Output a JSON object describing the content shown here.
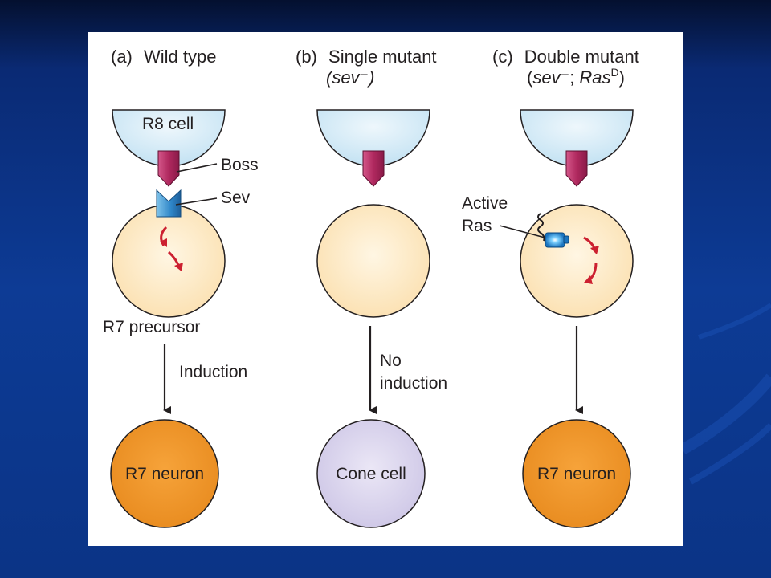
{
  "panels": [
    {
      "tag": "(a)",
      "title": "Wild type",
      "genotype": "",
      "top_cell_label": "R8 cell",
      "ligand_label": "Boss",
      "receptor_label": "Sev",
      "middle_cell_label": "R7 precursor",
      "arrow_label_line1": "Induction",
      "arrow_label_line2": "",
      "fate_label": "R7 neuron"
    },
    {
      "tag": "(b)",
      "title": "Single mutant",
      "genotype": "(sev⁻)",
      "fate_label": "Cone cell",
      "arrow_label_line1": "No",
      "arrow_label_line2": "induction"
    },
    {
      "tag": "(c)",
      "title": "Double mutant",
      "genotype_open": "(",
      "genotype_sev": "sev⁻",
      "genotype_sep": "; ",
      "genotype_ras": "Ras",
      "genotype_sup": "D",
      "genotype_close": ")",
      "active_line1": "Active",
      "active_line2": "Ras",
      "fate_label": "R7 neuron"
    }
  ],
  "colors": {
    "slide_bg_dark": "#05123a",
    "slide_bg_blue": "#0c3a92",
    "panel_bg": "#ffffff",
    "r8_cell_fill": "#cfe7f4",
    "precursor_fill": "#fce8c2",
    "r7_neuron_fill": "#f19a2e",
    "cone_cell_fill": "#ddd8ef",
    "boss_color": "#b0295f",
    "sev_color": "#2a7fc4",
    "signal_arrow": "#cc2030",
    "text": "#231f20"
  },
  "icons": [
    "boss-ligand-icon",
    "sev-receptor-icon",
    "active-ras-icon",
    "signal-arrow-icon"
  ]
}
